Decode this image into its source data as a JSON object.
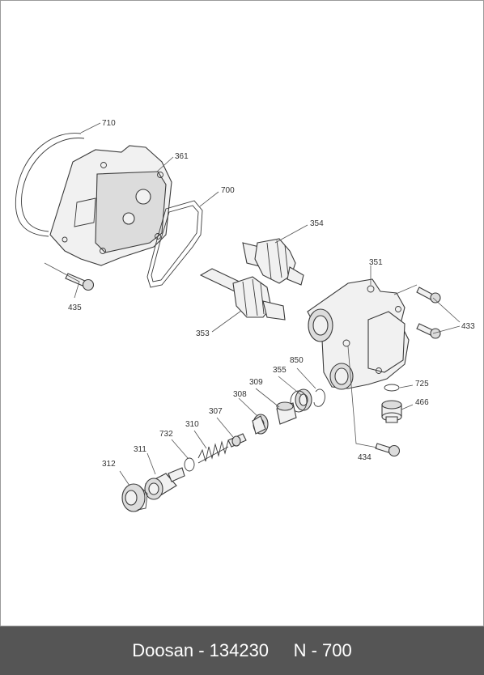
{
  "footer": {
    "caption": "Doosan - 134230     N - 700"
  },
  "labels": {
    "p710": "710",
    "p361": "361",
    "p700": "700",
    "p354": "354",
    "p351": "351",
    "p433": "433",
    "p435": "435",
    "p353": "353",
    "p850": "850",
    "p355": "355",
    "p309": "309",
    "p725": "725",
    "p308": "308",
    "p466": "466",
    "p307": "307",
    "p732": "732",
    "p310": "310",
    "p311": "311",
    "p312": "312",
    "p434": "434"
  },
  "colors": {
    "footer_bg": "#555555",
    "line": "#3a3a3a",
    "background": "#ffffff"
  }
}
